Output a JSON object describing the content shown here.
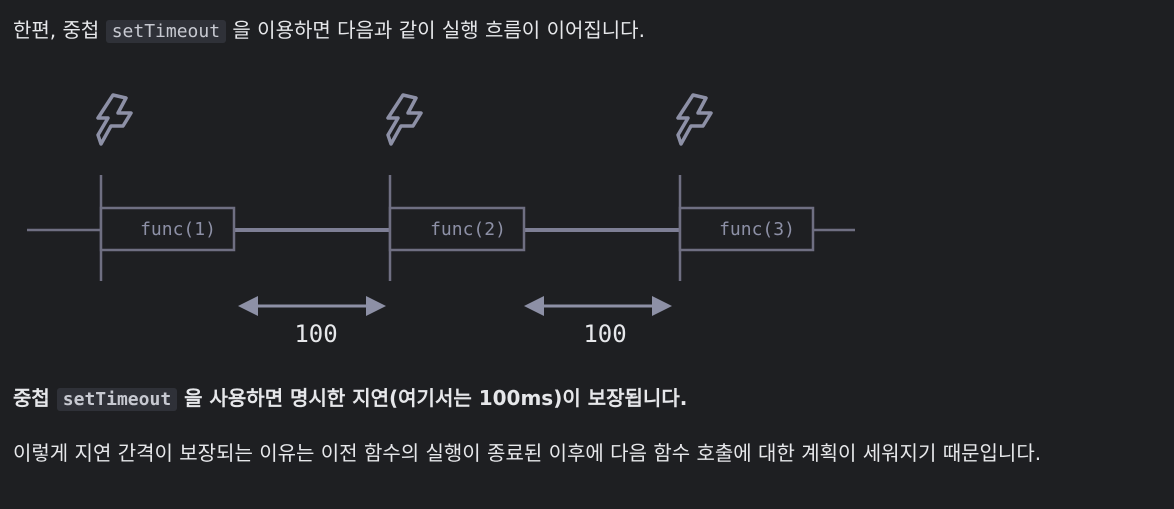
{
  "intro": {
    "before": "한편, 중첩",
    "code": "setTimeout",
    "after": "을 이용하면 다음과 같이 실행 흐름이 이어집니다."
  },
  "diagram": {
    "calls": [
      "func(1)",
      "func(2)",
      "func(3)"
    ],
    "delays": [
      "100",
      "100"
    ],
    "icons": [
      "lightning-icon",
      "lightning-icon",
      "lightning-icon"
    ]
  },
  "emphasis": {
    "before": "중첩",
    "code": "setTimeout",
    "after": "을 사용하면 명시한 지연(여기서는 100ms)이 보장됩니다."
  },
  "explanation": "이렇게 지연 간격이 보장되는 이유는 이전 함수의 실행이 종료된 이후에 다음 함수 호출에 대한 계획이 세워지기 때문입니다."
}
